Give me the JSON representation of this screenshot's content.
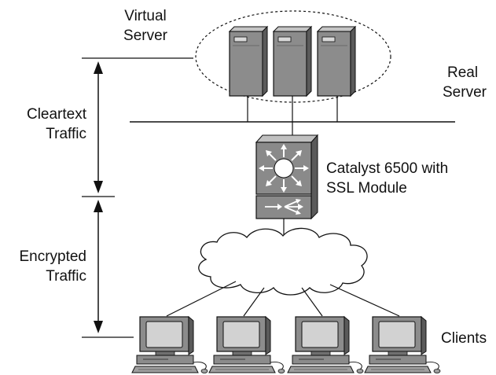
{
  "labels": {
    "virtual_server": [
      "Virtual",
      "Server"
    ],
    "real_server": [
      "Real",
      "Server"
    ],
    "cleartext_traffic": [
      "Cleartext",
      "Traffic"
    ],
    "encrypted_traffic": [
      "Encrypted",
      "Traffic"
    ],
    "catalyst": [
      "Catalyst 6500 with",
      "SSL Module"
    ],
    "clients": "Clients"
  },
  "colors": {
    "line": "#111111",
    "device_gray": "#8c8c8c",
    "device_dark": "#5a5a5a",
    "device_light": "#c4c4c4",
    "switch_face": "#8a8a8a",
    "cloud_fill": "#ffffff"
  },
  "icons": [
    "server-icon",
    "switch-icon",
    "cloud-icon",
    "workstation-icon",
    "double-arrow-icon"
  ]
}
